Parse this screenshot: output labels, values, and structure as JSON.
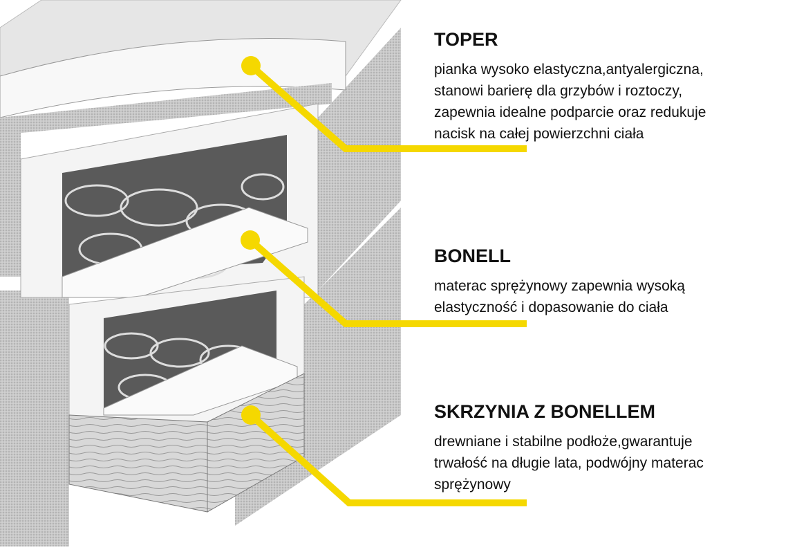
{
  "accent_color": "#f5d800",
  "sections": [
    {
      "title": "TOPER",
      "lines": [
        "pianka wysoko elastyczna,antyalergiczna,",
        "stanowi barierę dla grzybów i roztoczy,",
        "zapewnia idealne podparcie oraz redukuje",
        "nacisk na całej powierzchni ciała"
      ]
    },
    {
      "title": "BONELL",
      "lines": [
        "materac sprężynowy zapewnia wysoką",
        "elastyczność i dopasowanie do ciała"
      ]
    },
    {
      "title": "SKRZYNIA Z BONELLEM",
      "lines": [
        "drewniane i stabilne podłoże,gwarantuje",
        "trwałość na długie lata, podwójny materac",
        "sprężynowy"
      ]
    }
  ]
}
